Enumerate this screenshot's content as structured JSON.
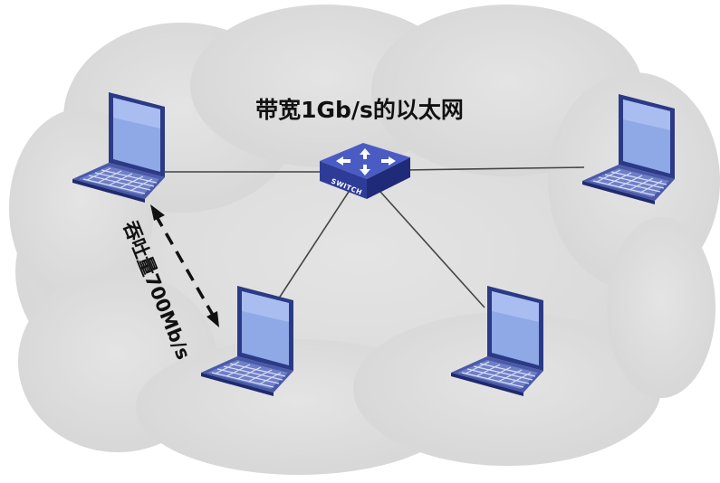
{
  "title": "带宽1Gb/s的以太网",
  "switch_label": "SWITCH",
  "throughput_label": "吞吐量700Mb/s",
  "colors": {
    "cloud": "#dcdcdc",
    "cloud_edge": "#cfcfcf",
    "link": "#444444",
    "laptop_body": "#5a6ab8",
    "laptop_screen": "#8fa8e6",
    "laptop_frame": "#2b3a86",
    "switch_top": "#3f51b5",
    "switch_side": "#26358f"
  },
  "nodes": [
    {
      "id": "laptop-top-left",
      "icon": "laptop-icon"
    },
    {
      "id": "laptop-top-right",
      "icon": "laptop-icon"
    },
    {
      "id": "laptop-bottom-left",
      "icon": "laptop-icon"
    },
    {
      "id": "laptop-bottom-right",
      "icon": "laptop-icon"
    },
    {
      "id": "switch",
      "icon": "network-switch-icon"
    }
  ],
  "links": [
    {
      "from": "switch",
      "to": "laptop-top-left"
    },
    {
      "from": "switch",
      "to": "laptop-top-right"
    },
    {
      "from": "switch",
      "to": "laptop-bottom-left"
    },
    {
      "from": "switch",
      "to": "laptop-bottom-right"
    }
  ]
}
